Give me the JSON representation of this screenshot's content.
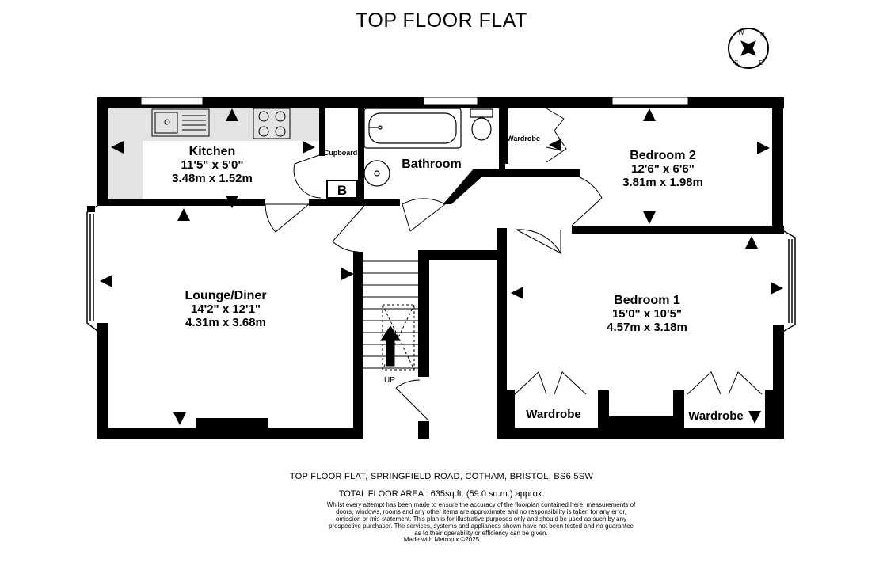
{
  "title": "TOP FLOOR FLAT",
  "rooms": [
    {
      "name": "Kitchen",
      "dim_imperial": "11'5\"  x 5'0\"",
      "dim_metric": "3.48m  x 1.52m"
    },
    {
      "name": "Bathroom"
    },
    {
      "name": "Bedroom 2",
      "dim_imperial": "12'6\"  x 6'6\"",
      "dim_metric": "3.81m  x 1.98m"
    },
    {
      "name": "Lounge/Diner",
      "dim_imperial": "14'2\"  x 12'1\"",
      "dim_metric": "4.31m  x 3.68m"
    },
    {
      "name": "Bedroom 1",
      "dim_imperial": "15'0\"  x 10'5\"",
      "dim_metric": "4.57m  x 3.18m"
    }
  ],
  "labels": {
    "cupboard": "Cupboard",
    "wardrobe_small": "Wardrobe",
    "wardrobe_1": "Wardrobe",
    "wardrobe_2": "Wardrobe",
    "boiler": "B",
    "stairs_up": "UP"
  },
  "compass": {
    "n": "N",
    "s": "S",
    "e": "E",
    "w": "W"
  },
  "footer": {
    "address": "TOP FLOOR FLAT, SPRINGFIELD ROAD, COTHAM, BRISTOL, BS6 5SW",
    "total_area": "TOTAL FLOOR AREA : 635sq.ft. (59.0 sq.m.) approx.",
    "disclaimer": "Whilst every attempt has been made to ensure the accuracy of the floorplan contained here, measurements of doors, windows, rooms and any other items are approximate and no responsibility is taken for any error, omission or mis-statement. This plan is for illustrative purposes only and should be used as such by any prospective purchaser. The services, systems and appliances shown have not been tested and no guarantee as to their operability or efficiency can be given.",
    "made_with": "Made with Metropix ©2025"
  }
}
